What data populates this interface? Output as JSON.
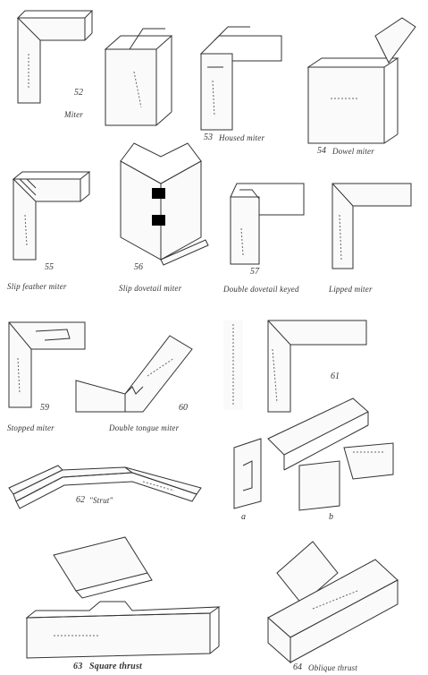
{
  "figures": [
    {
      "id": "miter",
      "number": "52",
      "label": "Miter"
    },
    {
      "id": "housed-miter",
      "number": "53",
      "label": "Housed miter"
    },
    {
      "id": "dowel-miter",
      "number": "54",
      "label": "Dowel miter"
    },
    {
      "id": "slip-feather-miter",
      "number": "55",
      "label": "Slip feather miter"
    },
    {
      "id": "slip-dovetail-miter",
      "number": "56",
      "label": "Slip dovetail miter"
    },
    {
      "id": "double-dovetail-keyed",
      "number": "57",
      "label": "Double dovetail keyed"
    },
    {
      "id": "lipped-miter",
      "number": "",
      "label": "Lipped miter"
    },
    {
      "id": "stopped-miter",
      "number": "59",
      "label": "Stopped miter"
    },
    {
      "id": "double-tongue-miter",
      "number": "60",
      "label": "Double tongue miter"
    },
    {
      "id": "figure-61",
      "number": "61",
      "label": ""
    },
    {
      "id": "strut",
      "number": "62",
      "label": "\"Strut\""
    },
    {
      "id": "square-thrust",
      "number": "63",
      "label": "Square thrust"
    },
    {
      "id": "oblique-thrust",
      "number": "64",
      "label": "Oblique thrust"
    }
  ],
  "sublabels": {
    "a": "a",
    "b": "b"
  }
}
